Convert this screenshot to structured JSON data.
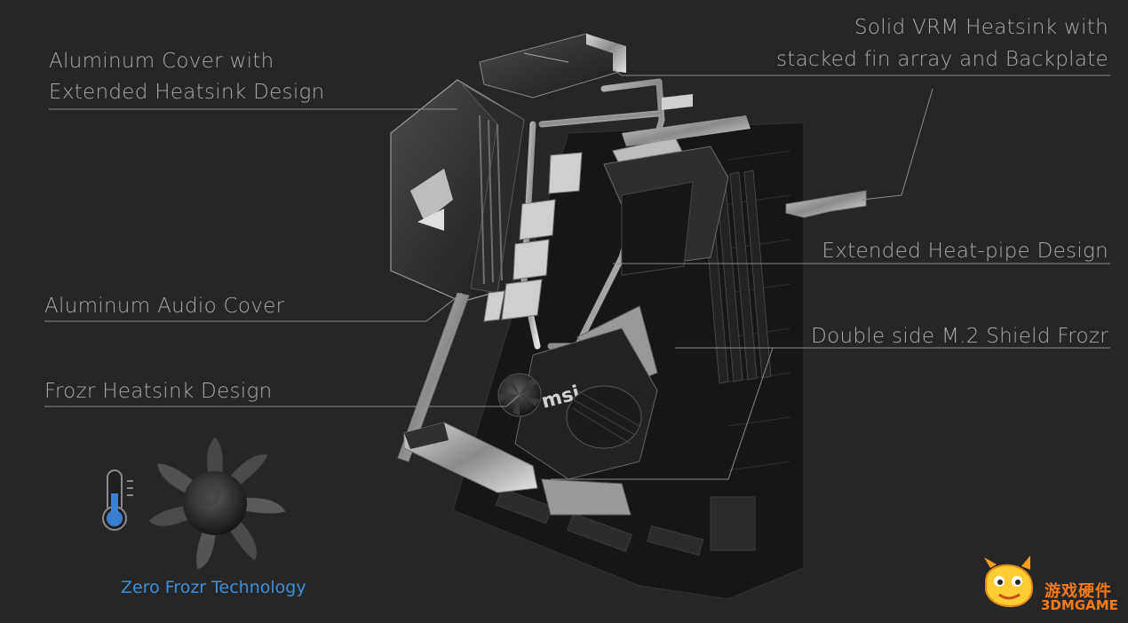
{
  "callouts": {
    "aluminum_cover": [
      "Aluminum Cover with",
      "Extended Heatsink Design"
    ],
    "vrm_heatsink": [
      "Solid VRM Heatsink with",
      "stacked fin array and Backplate"
    ],
    "heat_pipe": "Extended Heat-pipe Design",
    "audio_cover": "Aluminum Audio Cover",
    "m2_shield": "Double side M.2 Shield Frozr",
    "frozr_heatsink": "Frozr Heatsink Design"
  },
  "feature": {
    "title": "Zero Frozr Technology"
  },
  "board_marking": "msi",
  "watermark": {
    "line1": "游戏硬件",
    "line2": "3DMGAME"
  },
  "colors": {
    "background": "#262626",
    "label_text": "#a9a9a9",
    "accent_blue": "#3f8fd8",
    "watermark_orange": "#ff7a1a"
  },
  "icons": [
    "thermometer-icon",
    "fan-icon",
    "watermark-mascot-icon"
  ]
}
